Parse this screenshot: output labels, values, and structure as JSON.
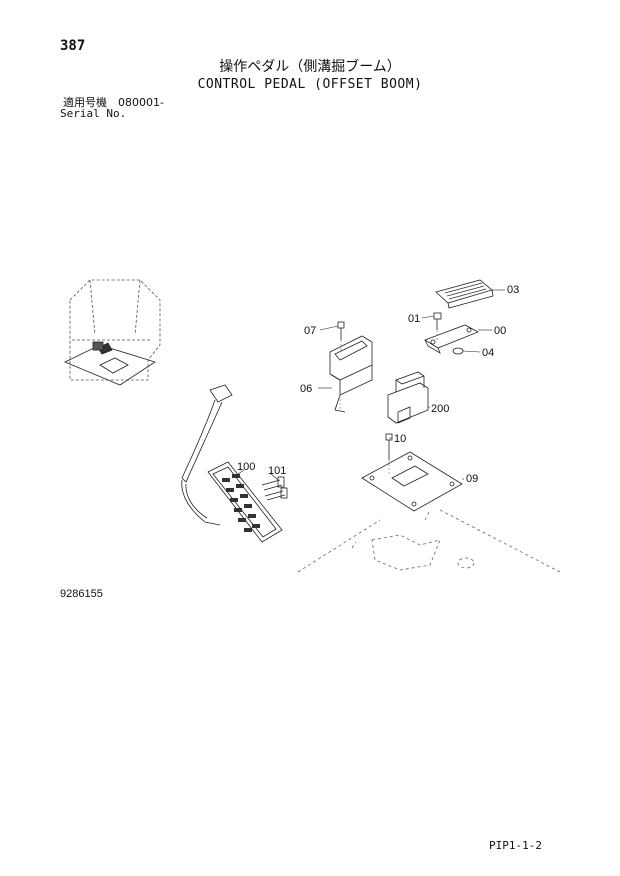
{
  "header": {
    "page_number": "387",
    "title_jp": "操作ペダル（側溝掘ブーム）",
    "title_en": "CONTROL PEDAL (OFFSET BOOM)",
    "serial_jp": "適用号機　080001-",
    "serial_en": "Serial No."
  },
  "diagram": {
    "callouts": [
      "03",
      "07",
      "01",
      "00",
      "04",
      "06",
      "200",
      "10",
      "100",
      "101",
      "09"
    ]
  },
  "footer": {
    "reference_number": "9286155",
    "page_code": "PIP1-1-2"
  }
}
